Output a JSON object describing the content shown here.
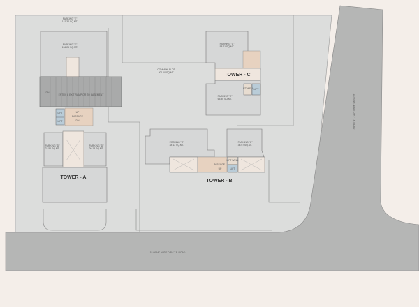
{
  "colors": {
    "background": "#f4eee9",
    "plot": "#dcdddc",
    "road": "#b5b6b5",
    "parking": "#d6d7d7",
    "lift": "#b9ccd8",
    "stair": "#e7d2c0",
    "ramp": "#a9aaaa"
  },
  "tower_a": {
    "name": "TOWER - A",
    "parking_e_top": "PARKING \"E\"",
    "parking_e_top_area": "141.34 SQ.MT.",
    "parking_e": "PARKING \"E\"",
    "parking_e_area": "154.26 SQ.MT.",
    "ramp": "ENTRY & EXIT RAMP OR TO BASEMENT",
    "dn": "DN",
    "lift1": "LIFT",
    "lift2": "LIFT",
    "up": "UP",
    "passage": "PASSAGE",
    "dn2": "DN",
    "parking_d_left": "PARKING \"D\"",
    "parking_d_left_area": "23.56 SQ.MT.",
    "parking_d_right": "PARKING \"D\"",
    "parking_d_right_area": "20.18 SQ.MT."
  },
  "common_plot": {
    "name": "COMMON PLOT",
    "area": "301.10 SQ.MT."
  },
  "tower_c": {
    "name": "TOWER - C",
    "parking_top": "PARKING \"C\"",
    "parking_top_area": "58.21 SQ.MT.",
    "parking_bottom": "PARKING \"C\"",
    "parking_bottom_area": "65.80 SQ.MT.",
    "lift_well": "LIFT WELL",
    "lift": "LIFT"
  },
  "tower_b": {
    "name": "TOWER - B",
    "parking_left": "PARKING \"C\"",
    "parking_left_area": "48.13 SQ.MT.",
    "parking_right": "PARKING \"C\"",
    "parking_right_area": "36.07 SQ.MT.",
    "passage": "PASSAGE",
    "up": "UP",
    "lift_well": "LIFT WELL",
    "lift": "LIFT"
  },
  "roads": {
    "bottom": "18.00 MT. WIDE D.P. / T.P. ROAD",
    "right": "18.00 MT. WIDE D.P. / T.P. ROAD"
  }
}
